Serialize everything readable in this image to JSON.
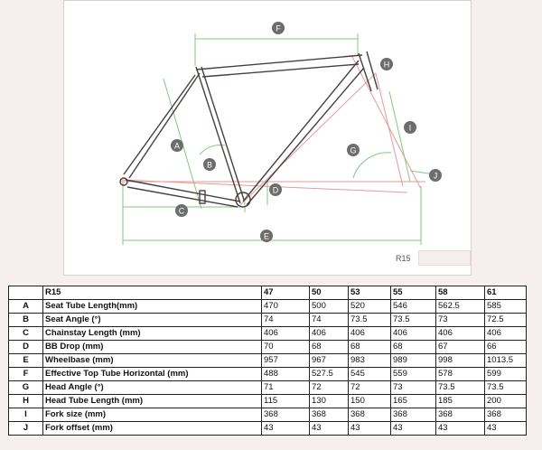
{
  "diagram": {
    "markers": [
      "A",
      "B",
      "C",
      "D",
      "E",
      "F",
      "G",
      "H",
      "I",
      "J"
    ],
    "model_tag": "R15"
  },
  "table": {
    "header": [
      "",
      "R15",
      "47",
      "50",
      "53",
      "55",
      "58",
      "61"
    ],
    "rows": [
      {
        "letter": "A",
        "label": "Seat Tube Length(mm)",
        "values": [
          "470",
          "500",
          "520",
          "546",
          "562.5",
          "585"
        ]
      },
      {
        "letter": "B",
        "label": "Seat Angle (°)",
        "values": [
          "74",
          "74",
          "73.5",
          "73.5",
          "73",
          "72.5"
        ]
      },
      {
        "letter": "C",
        "label": "Chainstay Length (mm)",
        "values": [
          "406",
          "406",
          "406",
          "406",
          "406",
          "406"
        ]
      },
      {
        "letter": "D",
        "label": "BB Drop (mm)",
        "values": [
          "70",
          "68",
          "68",
          "68",
          "67",
          "66"
        ]
      },
      {
        "letter": "E",
        "label": "Wheelbase (mm)",
        "values": [
          "957",
          "967",
          "983",
          "989",
          "998",
          "1013.5"
        ]
      },
      {
        "letter": "F",
        "label": "Effective Top Tube Horizontal (mm)",
        "values": [
          "488",
          "527.5",
          "545",
          "559",
          "578",
          "599"
        ]
      },
      {
        "letter": "G",
        "label": "Head Angle (°)",
        "values": [
          "71",
          "72",
          "72",
          "73",
          "73.5",
          "73.5"
        ]
      },
      {
        "letter": "H",
        "label": "Head Tube Length (mm)",
        "values": [
          "115",
          "130",
          "150",
          "165",
          "185",
          "200"
        ]
      },
      {
        "letter": "I",
        "label": "Fork size (mm)",
        "values": [
          "368",
          "368",
          "368",
          "368",
          "368",
          "368"
        ]
      },
      {
        "letter": "J",
        "label": "Fork offset (mm)",
        "values": [
          "43",
          "43",
          "43",
          "43",
          "43",
          "43"
        ]
      }
    ]
  },
  "colors": {
    "frame": "#4a3f3f",
    "dim_green": "#7fc97f",
    "dim_red": "#e59a9a",
    "marker": "#6d6d6d"
  }
}
